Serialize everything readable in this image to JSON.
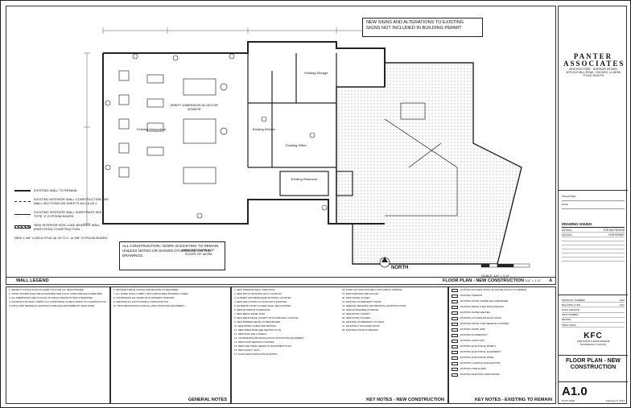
{
  "notice": "NEW SIGNS AND ALTERATIONS TO EXISTING SIGNS NOT INCLUDED IN BUILDING PERMIT",
  "plan": {
    "rooms": [
      {
        "key": "existing_a",
        "label": "Existing Dining Area"
      },
      {
        "key": "existing_b",
        "label": "Existing Kitchen"
      },
      {
        "key": "existing_c",
        "label": "Existing Storage"
      },
      {
        "key": "existing_d",
        "label": "Existing Office"
      },
      {
        "key": "existing_e",
        "label": "Existing Restroom"
      }
    ],
    "verify_note": "VERIFY DIMENSION W/ DECOR VENDOR",
    "legend_items": [
      "EXISTING WALL TO REMAIN",
      "EXISTING INTERIOR WALL CONSTRUCTION SEE WALL SECTIONS ON SHEETS A4.0 & A5.1",
      "EXISTING INTERIOR WALL SUBSTRATE SEE TYPE 'X' GYPSUM BOARD",
      "NEW INTERIOR NON LOAD BEARING WALL (PARTITION) CONSTRUCTION"
    ],
    "legend_footnote": "NEW 1 5/8\" x 25GA STUD @ 16\" O.C. w/ 5/8\" GYPSUM BOARD",
    "all_construction_note": "ALL CONSTRUCTION / WORK IS EXISTING TO REMAIN UNLESS NOTED OR SHOWN OTHERWISE ON THE DRAWINGS.",
    "indicated_area": "INDICATED AREA OF SCOPE OF WORK",
    "north_label": "NORTH",
    "scale_label": "SCALE: 1/4\" = 1'-0\"",
    "wall_legend_title": "WALL LEGEND",
    "floor_plan_title": "FLOOR PLAN - NEW CONSTRUCTION",
    "floor_plan_scale": "1/4\" = 1'-0\"",
    "drawing_ref": "A"
  },
  "general_notes": {
    "title": "GENERAL NOTES",
    "items": [
      "1. REFER TO FINISH PLAN ON SHEET A3.0 FOR ALL NEW FINISHES.",
      "2. TOILET ROOMS SHALL BE ACCESSIBLE PER LOCAL CODE AND ADA GUIDELINES.",
      "3. ALL DIMENSIONS ARE TO FACE OF FINISH UNLESS NOTED OTHERWISE.",
      "4. CONTRACTOR SHALL VERIFY ALL CONDITIONS IN FIELD PRIOR TO CONSTRUCTION.",
      "5. PATCH AND REPAIR ALL EXISTING SURFACES DISTURBED BY NEW WORK.",
      "6. PROVIDE FIRE BLOCKING AND BACKING AS REQUIRED.",
      "7. ALL WORK SHALL COMPLY WITH APPLICABLE BUILDING CODES.",
      "8. COORDINATE ALL WORK WITH OWNER'S VENDORS.",
      "9. MAINTAIN ALL EXITS DURING CONSTRUCTION.",
      "10. PROVIDE BLOCKING FOR ALL WALL MOUNTED EQUIPMENT."
    ]
  },
  "key_notes_new": {
    "title": "KEY NOTES - NEW CONSTRUCTION",
    "col1": [
      "1. NEW INTERIOR WALL / PARTITION.",
      "2. NEW FRP AT EXISTING WALL LOCATION.",
      "3. ALTERED AND REFINISHED EXISTING COUNTER.",
      "4. NEW WALL FINISH TO ALIGN WITH EXISTING.",
      "5. EXTERIOR DOOR CLOSER SHALL BE ADJUSTED.",
      "6. NEW ALUMINUM THRESHOLD.",
      "7. NEW METAL PANEL TRIM.",
      "8. NEW REAR IMAGE CANOPY WITH INTEGRAL LIGHTING.",
      "9. NEW BORDER DETAIL AT MENUBOARD.",
      "10. NEW DINING TABLE AND SEATING.",
      "11. NEW TABLE BASE SEE SEATING PLAN.",
      "12. NEW DUAL WALL PANELS.",
      "13. COORDINATE RE-INSTALLATION OF EXISTING EQUIPMENT.",
      "14. NEW FOOD-SERVICE COUNTER.",
      "15. NEW LINE ITEMS, REFER TO EQUIPMENT PLAN.",
      "16. NEW SAFETY SIGN.",
      "17. ALIGN NEW FINISH WITH EXISTING."
    ],
    "col2": [
      "18. FURR OUT EXISTING WALL WITH METAL FURRING.",
      "19. NEW SANITARY AND FAUCET.",
      "20. NEW WATER CLOSET.",
      "21. EXISTING STOREFRONT DOOR.",
      "22. REMOVE, RELEASE AND REINSTALL EXISTING DOOR.",
      "23. NEW ACCESSIBLE STORAGE.",
      "24. NEW ENTRY CANOPY.",
      "25. NEW DOOR LOCKSET.",
      "26. EXISTING STOREFRONT SYSTEM.",
      "27. RE-INSTALL SALVAGED DOOR.",
      "28. EXISTING DOOR TO REMAIN."
    ]
  },
  "key_notes_existing": {
    "title": "KEY NOTES - EXISTING TO REMAIN",
    "items": [
      "EXISTING KITCHEN / BACK OF HOUSE LAYOUT TO REMAIN",
      "EXISTING WINDOW",
      "EXISTING DOOR, FRAME AND HARDWARE",
      "EXISTING DRIVE THRU PASS WINDOW",
      "EXISTING WATER HEATER",
      "EXISTING KITCHEN EXHAUST HOOD",
      "EXISTING DRIVE THRU SERVICE COUNTER",
      "EXISTING WORK SINK",
      "EXISTING FLOWER BOX",
      "EXISTING HAND SINK",
      "EXISTING ELECTRICAL PANELS",
      "EXISTING ELECTRICAL EQUIPMENT",
      "EXISTING ELECTRICAL PANEL",
      "EXISTING LIGHTING AND ELECTRIC",
      "EXISTING FIRE ALARM",
      "EXISTING ELECTRIC HAND DRYER"
    ]
  },
  "title_block": {
    "firm_name": "PANTER ASSOCIATES",
    "firm_sub": "ARCHITECTURE - INTERIOR DESIGN",
    "firm_address": "3275 OLD MILL ROAD, CHICAGO, ILLINOIS",
    "firm_contact": "773 631 5100 PH",
    "signature_label": "SIGNATURE",
    "date_label": "DATE",
    "issued_title": "DRAWING ISSUED:",
    "issued_rows": [
      {
        "date": "02/13/13",
        "desc": "FOR BID REVIEW"
      },
      {
        "date": "02/13/14",
        "desc": "FOR PERMIT"
      },
      {
        "date": "",
        "desc": ""
      }
    ],
    "project_rows": [
      {
        "k": "PRODUCT NUMBER",
        "v": "1303"
      },
      {
        "k": "BUILDING TYPE",
        "v": "KFC"
      },
      {
        "k": "PLAN VERSION",
        "v": ""
      },
      {
        "k": "SITE NUMBER",
        "v": ""
      },
      {
        "k": "DRAWN",
        "v": ""
      },
      {
        "k": "PRINT DATE",
        "v": ""
      }
    ],
    "client_mark": "KFC",
    "client_addr": "1408 NORTH LEWIS AVENUE WAUKEGAN, ILLINOIS",
    "sheet_title": "FLOOR PLAN - NEW CONSTRUCTION",
    "sheet_number": "A1.0",
    "plot_date_label": "PLOT DATE",
    "plot_date": "February 6, 2014"
  }
}
